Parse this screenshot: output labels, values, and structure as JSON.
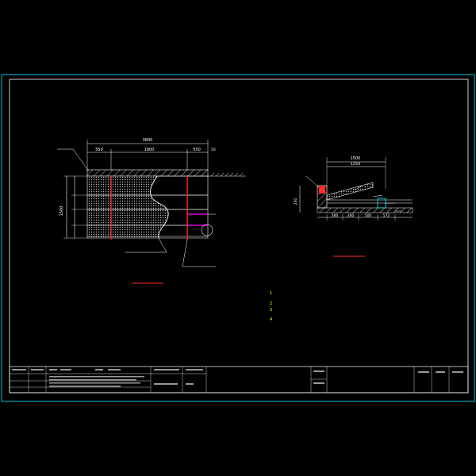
{
  "plan": {
    "title": "",
    "total_dim": "3800",
    "dim_left": "550",
    "dim_mid": "1800",
    "dim_right": "550",
    "dim_end": "50",
    "left_callout": "",
    "right_callout": "",
    "bottom_callout_1": "",
    "bottom_callout_2": "",
    "side_dim": "1500"
  },
  "section": {
    "title": "",
    "dim_top": "1500",
    "dim_top2": "1250",
    "top_note_1": "",
    "top_note_2": "",
    "callout_1": "",
    "callout_2": "",
    "callout_3": "",
    "callout_4": "",
    "bottom_dims": [
      "560",
      "300",
      "500",
      "572"
    ],
    "left_dim": "250"
  },
  "notes": {
    "heading": "",
    "items": [
      {
        "num": "1",
        "text": ""
      },
      {
        "num": "2",
        "text": ""
      },
      {
        "num": "3",
        "text": ""
      },
      {
        "num": "4",
        "text": ""
      }
    ]
  },
  "title_block": {
    "sheet_no": "",
    "cells": []
  },
  "colors": {
    "border": "#00c8d2",
    "line": "#ffffff",
    "yellow": "#ffff00",
    "red": "#ff2a2a",
    "magenta": "#ff00ff",
    "green": "#00d800",
    "cyan": "#00ffff"
  }
}
